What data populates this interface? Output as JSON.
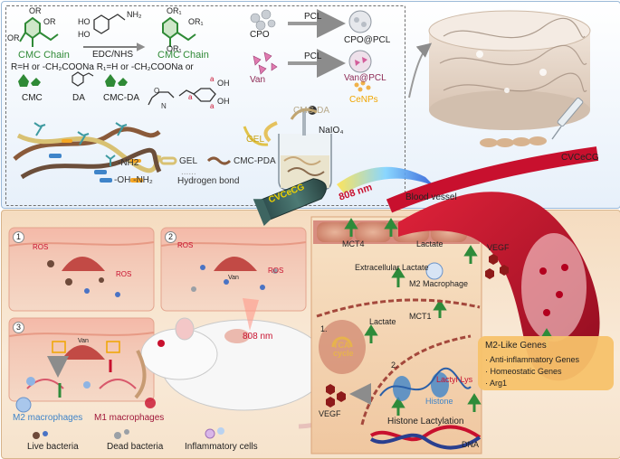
{
  "synthesis": {
    "cmc_chain_left": "CMC Chain",
    "edc_nhs": "EDC/NHS",
    "cmc_chain_right": "CMC Chain",
    "r_definition": "R=H or -CH₂COONa R₁=H or -CH₂COONa or",
    "cmc": "CMC",
    "da": "DA",
    "cmc_da": "CMC-DA",
    "cpo": "CPO",
    "van": "Van",
    "pcl_top": "PCL",
    "pcl_bottom": "PCL",
    "cpo_pcl": "CPO@PCL",
    "van_pcl": "Van@PCL",
    "cenps": "CeNPs",
    "beaker_cmc_da": "CMC-DA",
    "gel": "GEL",
    "naio4": "NaIO₄",
    "legend_nh2": "-NH2",
    "legend_gel": "GEL",
    "legend_cmc_pda": "CMC-PDA",
    "legend_oh_nh2": "-OH  -NH₂",
    "legend_hbond": "Hydrogen bond",
    "or_1": "OR",
    "or_2": "OR",
    "or_3": "OR",
    "or1_1": "OR₁",
    "or1_2": "OR₁",
    "or1_3": "OR₁",
    "ho_1": "HO",
    "ho_2": "HO",
    "nh2_da": "NH₂",
    "oh_product_1": "OH",
    "oh_product_2": "OH",
    "a_label_1": "a",
    "a_label_2": "a",
    "a_label_3": "a",
    "dots": "......"
  },
  "hydrogel": {
    "name": "CVCeCG"
  },
  "bullet": {
    "label": "CVCeCG",
    "laser": "808 nm"
  },
  "mechanism": {
    "blood_vessel": "Blood vessel",
    "mct4": "MCT4",
    "lactate_top": "Lactate",
    "vegf_top": "VEGF",
    "extracellular_lactate": "Extracellular Lactate",
    "m2_macrophage": "M2 Macrophage",
    "lactate_mid": "Lactate",
    "mct1": "MCT1",
    "step1": "1.",
    "tca_cycle": "TCA\ncycle",
    "step2": "2.",
    "histone": "Histone",
    "lactyl_lys": "Lactyl-Lys",
    "vegf_bottom": "VEGF",
    "histone_lactylation": "Histone Lactylation",
    "dna": "DNA",
    "m2_like_genes": "M2-Like Genes",
    "gene_1": "· Anti-inflammatory Genes",
    "gene_2": "· Homeostatic Genes",
    "gene_3": "· Arg1"
  },
  "wound": {
    "panel_1": "1",
    "panel_2": "2",
    "panel_3": "3",
    "ros_1": "ROS",
    "ros_2": "ROS",
    "ros_3": "ROS",
    "ros_4": "ROS",
    "van_1": "Van",
    "van_2": "Van",
    "laser_rat": "808 nm",
    "m2_macrophages": "M2 macrophages",
    "m1_macrophages": "M1 macrophages",
    "live_bacteria": "Live bacteria",
    "dead_bacteria": "Dead bacteria",
    "inflammatory_cells": "Inflammatory cells"
  },
  "colors": {
    "panel_top_bg": "#eef4fb",
    "panel_bottom_bg": "#f7e6cf",
    "vessel_red": "#c8102e",
    "green_arrow": "#2e8b3a",
    "genes_box": "#f7c26a",
    "text_green": "#2f8a36"
  }
}
